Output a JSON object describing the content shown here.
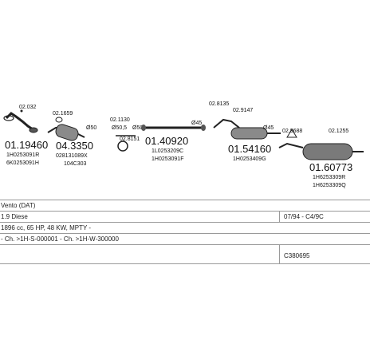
{
  "parts": {
    "p1": {
      "big": "01.19460",
      "small_top": "02.032",
      "ref1": "1H0253091R",
      "ref2": "6K0253091H"
    },
    "p2": {
      "big": "04.3350",
      "small_top": "02.1659",
      "ref1": "028131089X",
      "ref2": "104C303"
    },
    "p3": {
      "small_top": "02.1130",
      "small_mid": "02.8151",
      "mm1": "Ø50",
      "mm2": "Ø50",
      "dim": "Ø50,5"
    },
    "p4": {
      "big": "01.40920",
      "ref1": "1L0253209C",
      "ref2": "1H0253091F",
      "mm": "Ø45"
    },
    "p5": {
      "small_a": "02.8135",
      "small_b": "02.9147",
      "big": "01.54160",
      "ref1": "1H0253409G",
      "mm": "Ø45"
    },
    "p6": {
      "small_a": "02.9688",
      "small_b": "02.1255",
      "big": "01.60773",
      "ref1": "1H6253309R",
      "ref2": "1H6253309Q"
    }
  },
  "info": {
    "model": "Vento (DAT)",
    "engine": "1.9 Diese",
    "date_range": "07/94 - C4/9C",
    "spec": "1896 cc, 65 HP, 48 KW, MPTY -",
    "chassis": "- Ch. >1H-S-000001 - Ch. >1H-W-300000",
    "code": "C380695"
  }
}
